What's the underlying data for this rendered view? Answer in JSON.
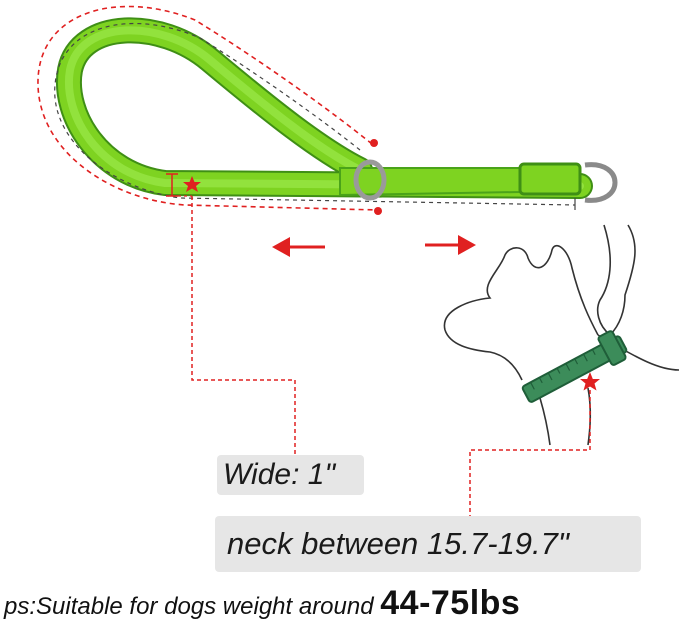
{
  "labels": {
    "width_text": "Wide: 1\"",
    "neck_text": "neck between 15.7-19.7\"",
    "footer_prefix": "ps:Suitable for dogs weight around ",
    "footer_weight": "44-75lbs"
  },
  "colors": {
    "collar_green": "#7ed321",
    "collar_dark": "#4aa319",
    "measure_red": "#e02020",
    "guide_gray": "#555555",
    "dog_collar_green": "#2f7d4f",
    "label_bg": "#e6e6e6"
  }
}
